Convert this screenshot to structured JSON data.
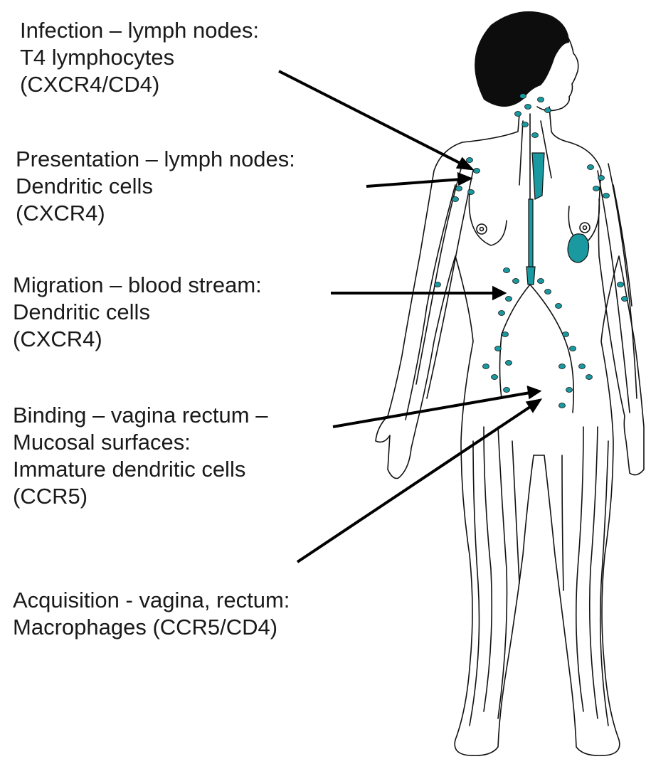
{
  "labels": {
    "infection": [
      "Infection – lymph nodes:",
      "T4 lymphocytes",
      "(CXCR4/CD4)"
    ],
    "presentation": [
      "Presentation – lymph nodes:",
      "Dendritic cells",
      "(CXCR4)"
    ],
    "migration": [
      "Migration – blood stream:",
      "Dendritic cells",
      "(CXCR4)"
    ],
    "binding": [
      "Binding – vagina rectum –",
      "Mucosal surfaces:",
      "Immature dendritic cells",
      "(CCR5)"
    ],
    "acquisition": [
      "Acquisition - vagina, rectum:",
      "Macrophages (CCR5/CD4)"
    ]
  },
  "colors": {
    "lymph_node": "#1a9aa0",
    "line": "#111111",
    "hair": "#0d0d0d"
  }
}
